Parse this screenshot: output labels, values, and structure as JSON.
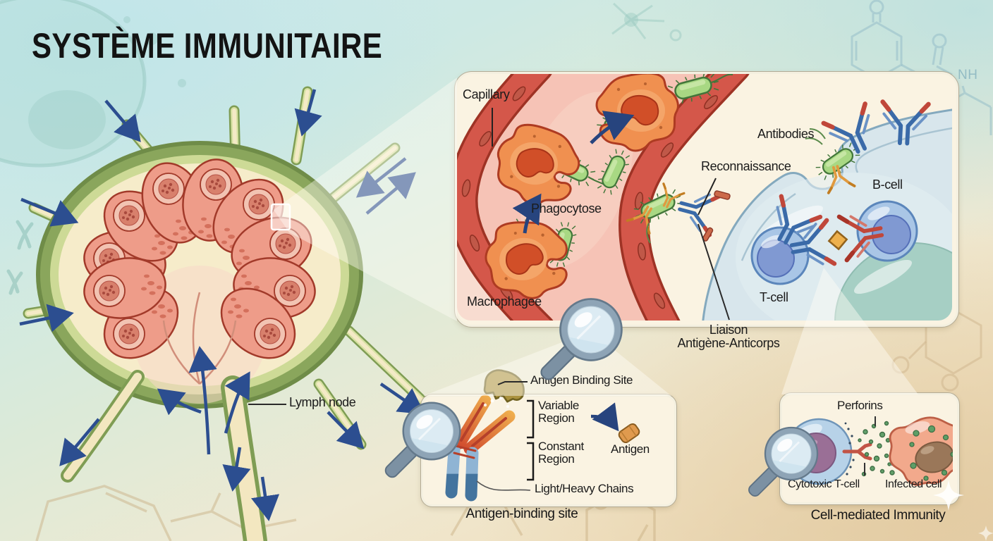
{
  "title": "SYSTÈME IMMUNITAIRE",
  "background": {
    "chem_label": "NH"
  },
  "lymph_node": {
    "label": "Lymph node"
  },
  "capillary_panel": {
    "capillary": "Capillary",
    "phagocytose": "Phagocytose",
    "macrophage": "Macrophagee",
    "antibodies": "Antibodies",
    "reconnaissance": "Reconnaissance",
    "b_cell": "B-cell",
    "t_cell": "T-cell",
    "liaison_line1": "Liaison",
    "liaison_line2": "Antigène-Anticorps"
  },
  "antibody_panel": {
    "antigen_binding_site": "Antigen Binding Site",
    "variable_region": "Variable Region",
    "constant_region": "Constant Region",
    "antigen": "Antigen",
    "light_heavy_chains": "Light/Heavy Chains",
    "caption": "Antigen-binding site"
  },
  "cell_mediated_panel": {
    "perforins": "Perforins",
    "cytotoxic_t_cell": "Cytotoxic T-cell",
    "infected_cell": "Infected cell",
    "caption": "Cell-mediated Immunity"
  },
  "colors": {
    "arrow_blue": "#2c4e90",
    "capillary_red": "#d4574a",
    "macrophage_orange": "#f09050",
    "bacteria_green": "#a8d883",
    "cell_blue": "#a9c6e6",
    "panel_cream": "#faf3e2",
    "lymph_capsule_green": "#8aa65c",
    "follicle_pink": "#ee9c89"
  }
}
